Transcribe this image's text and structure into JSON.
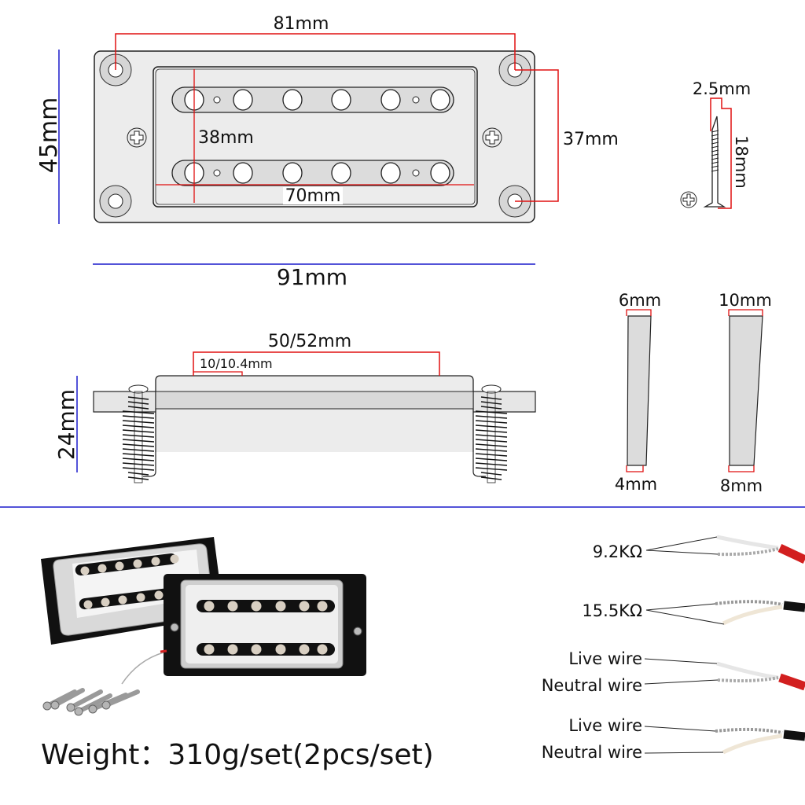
{
  "top_view": {
    "mount_hole_spacing": "81mm",
    "overall_height": "45mm",
    "inner_height": "38mm",
    "inner_width": "70mm",
    "hole_vertical_spacing": "37mm",
    "overall_width": "91mm",
    "pole_pieces_per_row": 6,
    "rows": 2
  },
  "screw": {
    "diameter": "2.5mm",
    "length": "18mm"
  },
  "side_view": {
    "top_width": "50/52mm",
    "pole_offset": "10/10.4mm",
    "height": "24mm"
  },
  "shims": [
    {
      "top": "6mm",
      "bottom": "4mm"
    },
    {
      "top": "10mm",
      "bottom": "8mm"
    }
  ],
  "photo": {
    "caption": "Weight：310g/set(2pcs/set)"
  },
  "wiring": [
    {
      "label": "9.2KΩ",
      "cable_color": "#d21f1f"
    },
    {
      "label": "15.5KΩ",
      "cable_color": "#111111"
    },
    {
      "label": "Live wire",
      "cable_color": "#d21f1f"
    },
    {
      "label": "Neutral wire",
      "cable_color": "#d21f1f"
    },
    {
      "label": "Live wire",
      "cable_color": "#111111"
    },
    {
      "label": "Neutral wire",
      "cable_color": "#111111"
    }
  ],
  "colors": {
    "dimension_red": "#e01010",
    "dimension_blue": "#1a1acc",
    "part_fill": "#e8e8e8"
  }
}
